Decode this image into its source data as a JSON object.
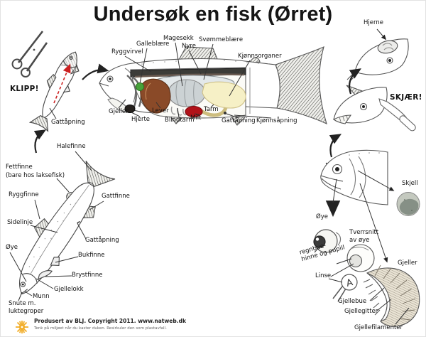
{
  "title": "Undersøk en fisk (Ørret)",
  "klipp": {
    "action": "KLIPP!",
    "vent": "Gattåpning"
  },
  "anatomy": {
    "top_labels": [
      "Ryggvirvel",
      "Galleblære",
      "Magesekk",
      "Nyre",
      "Svømmeblære",
      "Kjønnsorganer"
    ],
    "bottom_labels": [
      "Gjeller",
      "Hjerte",
      "Lever",
      "Blindtarm",
      "Milt",
      "Tarm",
      "Gattåpning",
      "Kjønnsåpning"
    ]
  },
  "head_section": {
    "brain": "Hjerne",
    "action": "SKJÆR!"
  },
  "scale_section": {
    "scale": "Skjell"
  },
  "eye_detail": {
    "eye": "Øye",
    "cross_section_line1": "Tverrsnitt",
    "cross_section_line2": "av øye",
    "iris_line1": "regnbue-",
    "iris_line2": "hinne og pupill",
    "lens": "Linse",
    "lens_letter": "A"
  },
  "gill_detail": {
    "gills": "Gjeller",
    "gill_arch": "Gjellebue",
    "gill_rakers": "Gjellegitter",
    "gill_filaments": "Gjellefilamenter"
  },
  "external_fish": {
    "tail_fin": "Halefinne",
    "adipose_fin": "Fettfinne",
    "adipose_note": "(bare hos laksefisk)",
    "dorsal_fin": "Ryggfinne",
    "anal_fin": "Gattfinne",
    "lateral_line": "Sidelinje",
    "eye": "Øye",
    "vent": "Gattåpning",
    "pelvic_fin": "Bukfinne",
    "pectoral_fin": "Brystfinne",
    "gill_cover": "Gjellelokk",
    "mouth": "Munn",
    "snout_line1": "Snute m.",
    "snout_line2": "luktegroper"
  },
  "footer": {
    "credit": "Produsert av BLJ. Copyright 2011. www.natweb.dk",
    "eco_note": "Tenk på miljøet når du kaster duken. Resirkuler den som plastavfall."
  },
  "colors": {
    "liver": "#8a4a28",
    "gallbladder": "#48a33b",
    "spleen": "#b11219",
    "gonads": "#f6f0c6",
    "cut_line": "#cc2020",
    "logo_yellow": "#f2ae2a"
  }
}
